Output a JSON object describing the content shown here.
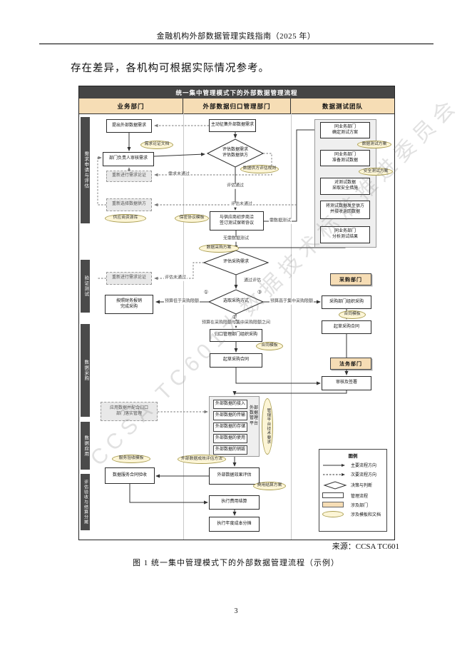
{
  "page": {
    "header_title": "金融机构外部数据管理实践指南（2025 年）",
    "intro_text": "存在差异，各机构可根据实际情况参考。",
    "source_text": "来源：CCSA TC601",
    "figure_caption": "图 1 统一集中管理模式下的外部数据管理流程（示例）",
    "page_number": "3",
    "watermark": "CCSA TC601大数据技术标准推进委员会"
  },
  "chart": {
    "title": "统一集中管理模式下的外部数据管理流程",
    "columns": [
      "业务部门",
      "外部数据归口管理部门",
      "数据测试团队"
    ],
    "phases": [
      "需求申请与评估",
      "验证测试",
      "数据采购",
      "数据应用",
      "评估验收与结算分摊"
    ],
    "tags": {
      "procurement": "采购部门",
      "legal": "法务部门"
    },
    "nodes": {
      "propose": "提出外部数据需求",
      "review": "部门负责人审核需求",
      "redo_justify": "重新进行需求论证",
      "reselect_supplier": "重新选择数据供方",
      "redo_justify2": "重新进行需求论证",
      "reimburse": "按照财务报销\n完成采购",
      "apply_data": "应用数据并配合归口\n部门落实管理",
      "acceptance": "数据服务合同验收",
      "collect": "主动征集外部数据需求",
      "eval_demand": "评估数据需求\n评估数据供方",
      "sign_nda": "与供应商初步商洽\n签订测试保密协议",
      "eval_procure": "评估采购需求",
      "choose_method": "选取采购方式",
      "org_procure_mid": "归口管理部门组织采购",
      "draft_contract_mid": "起草采购合同",
      "effect_eval": "外部数据效果评估",
      "settle": "执行费用结算",
      "allocate": "执行年度成本分摊",
      "test1": "同业务部门\n确定测试方案",
      "test2": "同业务部门\n准备测试数据",
      "test3": "对测试数据\n采取安全措施",
      "test4": "将测试数据发至供方\n并接收返回数据",
      "test5": "同业务部门\n分析测试结果",
      "org_procure_right": "采购部门组织采购",
      "draft_contract_right": "起草采购合同",
      "sign_review": "审核及签署"
    },
    "platform": {
      "label": "外部数据管理平台",
      "items": [
        "外部数据的接入",
        "外部数据的传输",
        "外部数据的存储",
        "外部数据的使用",
        "外部数据的销毁"
      ]
    },
    "docs": {
      "justify_doc": "需求论证文档",
      "supplier_rule": "数据供方评估规则",
      "supplier_lib": "供应商资源库",
      "nda_template": "保密协议模板",
      "procure_plan": "数据采购方案",
      "contract_template": "合同模板",
      "platform_req": "管理平台技术要求",
      "acceptance_template": "服务验收模板",
      "effect_method": "外部数据成效评估方法",
      "settle_plan": "费用结算方案",
      "test_plan": "数据测试方案",
      "security_plan": "安全测试方案"
    },
    "edge_labels": {
      "fail_demand": "需求未通过",
      "fail_eval": "评估未通过",
      "pass_eval": "评估通过",
      "need_test": "需数据测试",
      "no_test": "无需数据测试",
      "pass_procure": "通过评估",
      "budget_low": "预算低于采购限额",
      "budget_high": "预算高于集中采购限额",
      "budget_mid": "预算在采购限额与集中采购限额之间",
      "c1": "①",
      "c2": "②",
      "c3": "③"
    },
    "legend": {
      "title": "图例",
      "items": [
        "主要流程方向",
        "次要流程方向",
        "决策与判断",
        "管理流程",
        "涉及部门",
        "涉及模板和文档"
      ]
    }
  }
}
